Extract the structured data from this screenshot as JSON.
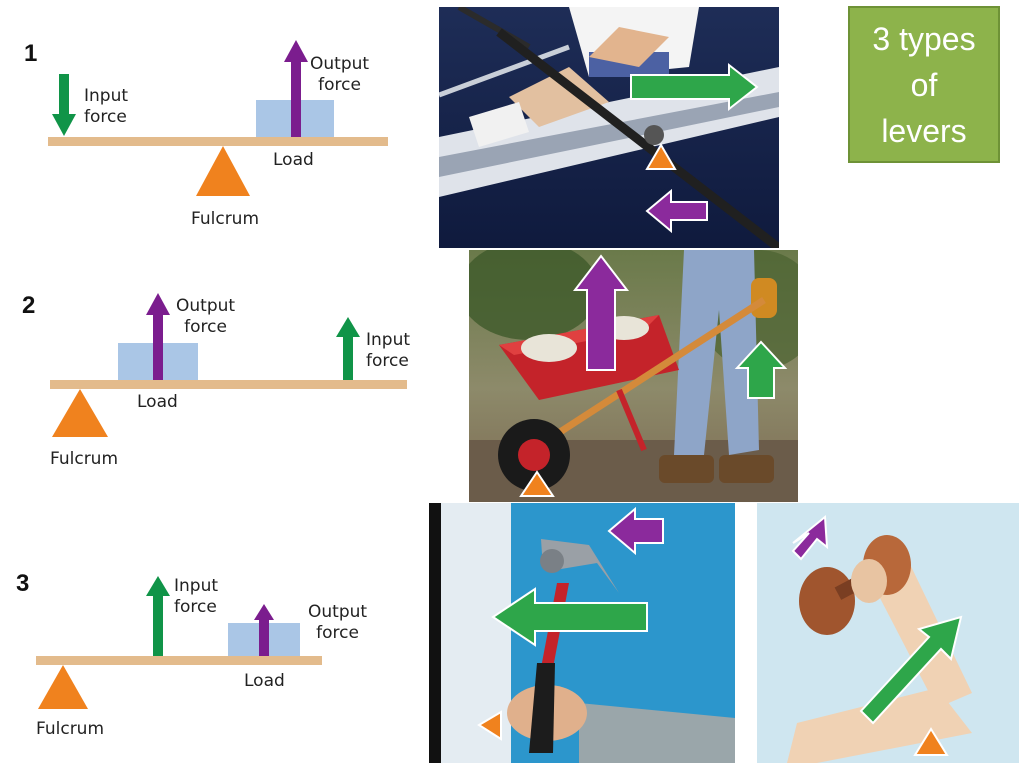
{
  "title_box": {
    "line1": "3 types",
    "line2": "of",
    "line3": "levers",
    "fill": "#8db34b"
  },
  "colors": {
    "input_arrow": "#109448",
    "output_arrow": "#7b1d8e",
    "fulcrum": "#f0821e",
    "beam": "#e3bb8c",
    "load": "#aac6e6"
  },
  "levers": [
    {
      "number": "1",
      "input_label": [
        "Input",
        "force"
      ],
      "output_label": [
        "Output",
        "force"
      ],
      "load_label": "Load",
      "fulcrum_label": "Fulcrum"
    },
    {
      "number": "2",
      "input_label": [
        "Input",
        "force"
      ],
      "output_label": [
        "Output",
        "force"
      ],
      "load_label": "Load",
      "fulcrum_label": "Fulcrum"
    },
    {
      "number": "3",
      "input_label": [
        "Input",
        "force"
      ],
      "output_label": [
        "Output",
        "force"
      ],
      "load_label": "Load",
      "fulcrum_label": "Fulcrum"
    }
  ],
  "photos": [
    {
      "subject": "rowing-oar"
    },
    {
      "subject": "wheelbarrow"
    },
    {
      "subject": "hammer-pulling-nail"
    },
    {
      "subject": "arm-lifting-dumbbell"
    }
  ]
}
